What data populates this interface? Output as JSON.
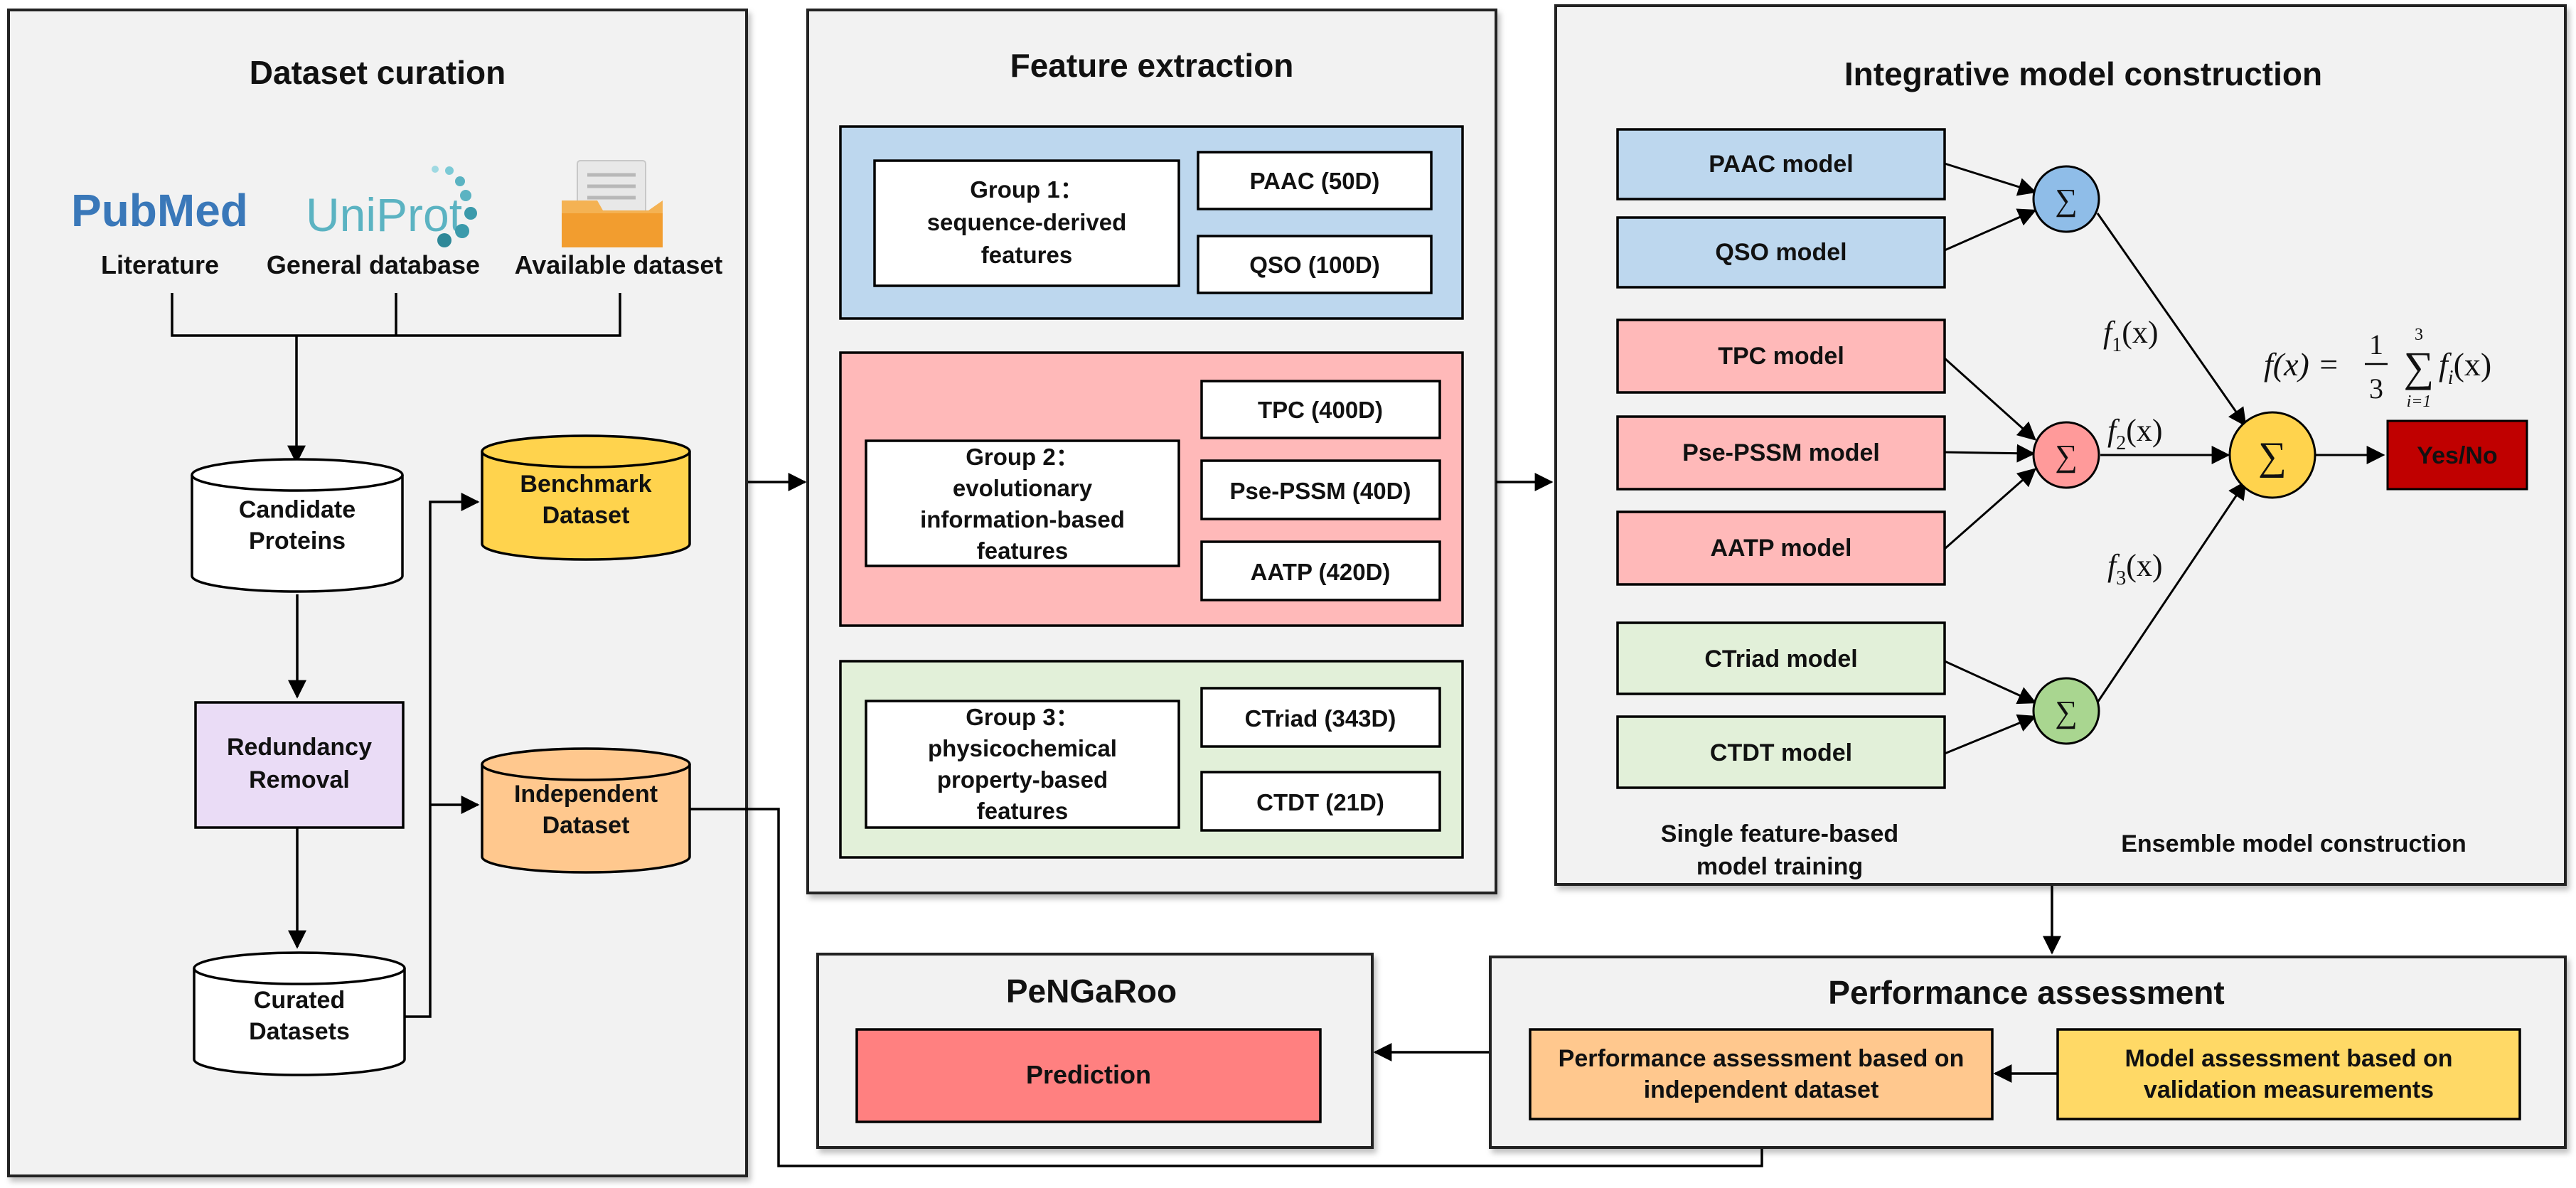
{
  "panels": {
    "curation": {
      "title": "Dataset curation"
    },
    "features": {
      "title": "Feature extraction"
    },
    "integrative": {
      "title": "Integrative model construction"
    },
    "pengaroo": {
      "title": "PeNGaRoo"
    },
    "performance": {
      "title": "Performance assessment"
    }
  },
  "sources": {
    "pubmed": {
      "logo": "PubMed",
      "caption": "Literature"
    },
    "uniprot": {
      "logo": "UniProt",
      "caption": "General database"
    },
    "available": {
      "caption": "Available dataset"
    }
  },
  "curation": {
    "candidate": [
      "Candidate",
      "Proteins"
    ],
    "redundancy": [
      "Redundancy",
      "Removal"
    ],
    "curated": [
      "Curated",
      "Datasets"
    ],
    "benchmark": [
      "Benchmark",
      "Dataset"
    ],
    "independent": [
      "Independent",
      "Dataset"
    ]
  },
  "groups": {
    "g1": {
      "label": [
        "Group 1：",
        "sequence-derived",
        "features"
      ],
      "features": [
        "PAAC (50D)",
        "QSO (100D)"
      ]
    },
    "g2": {
      "label": [
        "Group 2：",
        "evolutionary",
        "information-based",
        "features"
      ],
      "features": [
        "TPC (400D)",
        "Pse-PSSM (40D)",
        "AATP (420D)"
      ]
    },
    "g3": {
      "label": [
        "Group 3：",
        "physicochemical",
        "property-based",
        "features"
      ],
      "features": [
        "CTriad (343D)",
        "CTDT (21D)"
      ]
    }
  },
  "models": [
    "PAAC model",
    "QSO model",
    "TPC model",
    "Pse-PSSM model",
    "AATP model",
    "CTriad model",
    "CTDT model"
  ],
  "ensemble": {
    "sum_symbol": "∑",
    "f1": "f",
    "f2": "f",
    "f3": "f",
    "sub1": "1",
    "sub2": "2",
    "sub3": "3",
    "arg": "(x)",
    "formula_lhs": "f(x) =",
    "formula_num": "1",
    "formula_den": "3",
    "formula_top": "3",
    "formula_bottom": "i=1",
    "formula_term": "f",
    "formula_term_sub": "i",
    "output": "Yes/No"
  },
  "integrative_captions": {
    "single": [
      "Single feature-based",
      "model training"
    ],
    "ensemble": "Ensemble model construction"
  },
  "pengaroo": {
    "prediction": "Prediction"
  },
  "performance": {
    "independent": [
      "Performance assessment based on",
      "independent dataset"
    ],
    "validation": [
      "Model assessment based on",
      "validation measurements"
    ]
  },
  "colors": {
    "panel_bg": "#f2f2f2",
    "blue": "#bdd7ee",
    "pink": "#ffb9b9",
    "green": "#e2f0d9",
    "yellow": "#ffd34d",
    "orange": "#ffc88e",
    "purple": "#eadcf6",
    "red": "#c00000",
    "prediction": "#ff8080",
    "pubmed": "#3a78b9",
    "uniprot": "#5bb3c2",
    "folder": "#f4b253"
  }
}
